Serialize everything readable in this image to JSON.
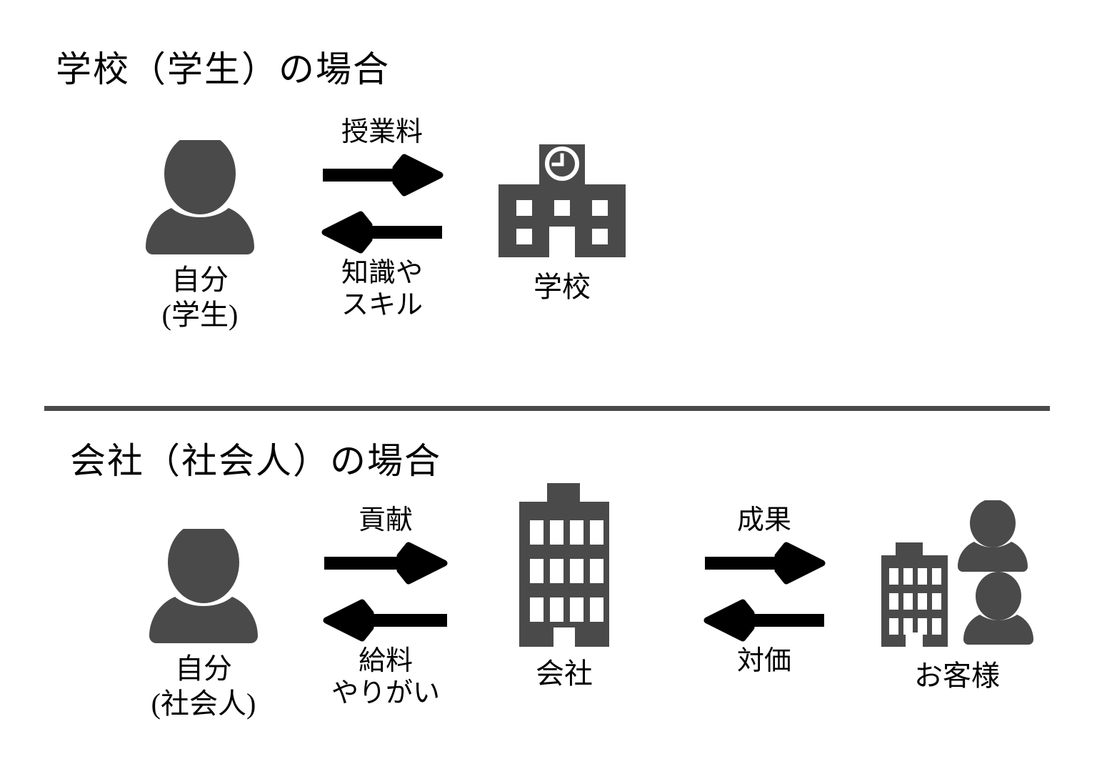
{
  "page": {
    "background": "#ffffff",
    "icon_color": "#4a4a4a",
    "arrow_color": "#000000",
    "divider_color": "#4a4a4a"
  },
  "sections": [
    {
      "id": "school",
      "title": "学校（学生）の場合",
      "nodes": [
        {
          "id": "self-student",
          "icon": "person-icon",
          "label": "自分\n(学生)"
        },
        {
          "id": "school",
          "icon": "school-building-icon",
          "label": "学校"
        }
      ],
      "flows": [
        {
          "id": "student-school",
          "forward_label": "授業料",
          "backward_label": "知識や\nスキル",
          "forward_icon": "arrow-right-icon",
          "backward_icon": "arrow-left-icon"
        }
      ]
    },
    {
      "id": "company",
      "title": "会社（社会人）の場合",
      "nodes": [
        {
          "id": "self-worker",
          "icon": "person-icon",
          "label": "自分\n(社会人)"
        },
        {
          "id": "company",
          "icon": "office-building-icon",
          "label": "会社"
        },
        {
          "id": "customer",
          "icon": "customer-building-people-icon",
          "label": "お客様"
        }
      ],
      "flows": [
        {
          "id": "worker-company",
          "forward_label": "貢献",
          "backward_label": "給料\nやりがい",
          "forward_icon": "arrow-right-icon",
          "backward_icon": "arrow-left-icon"
        },
        {
          "id": "company-customer",
          "forward_label": "成果",
          "backward_label": "対価",
          "forward_icon": "arrow-right-icon",
          "backward_icon": "arrow-left-icon"
        }
      ]
    }
  ]
}
